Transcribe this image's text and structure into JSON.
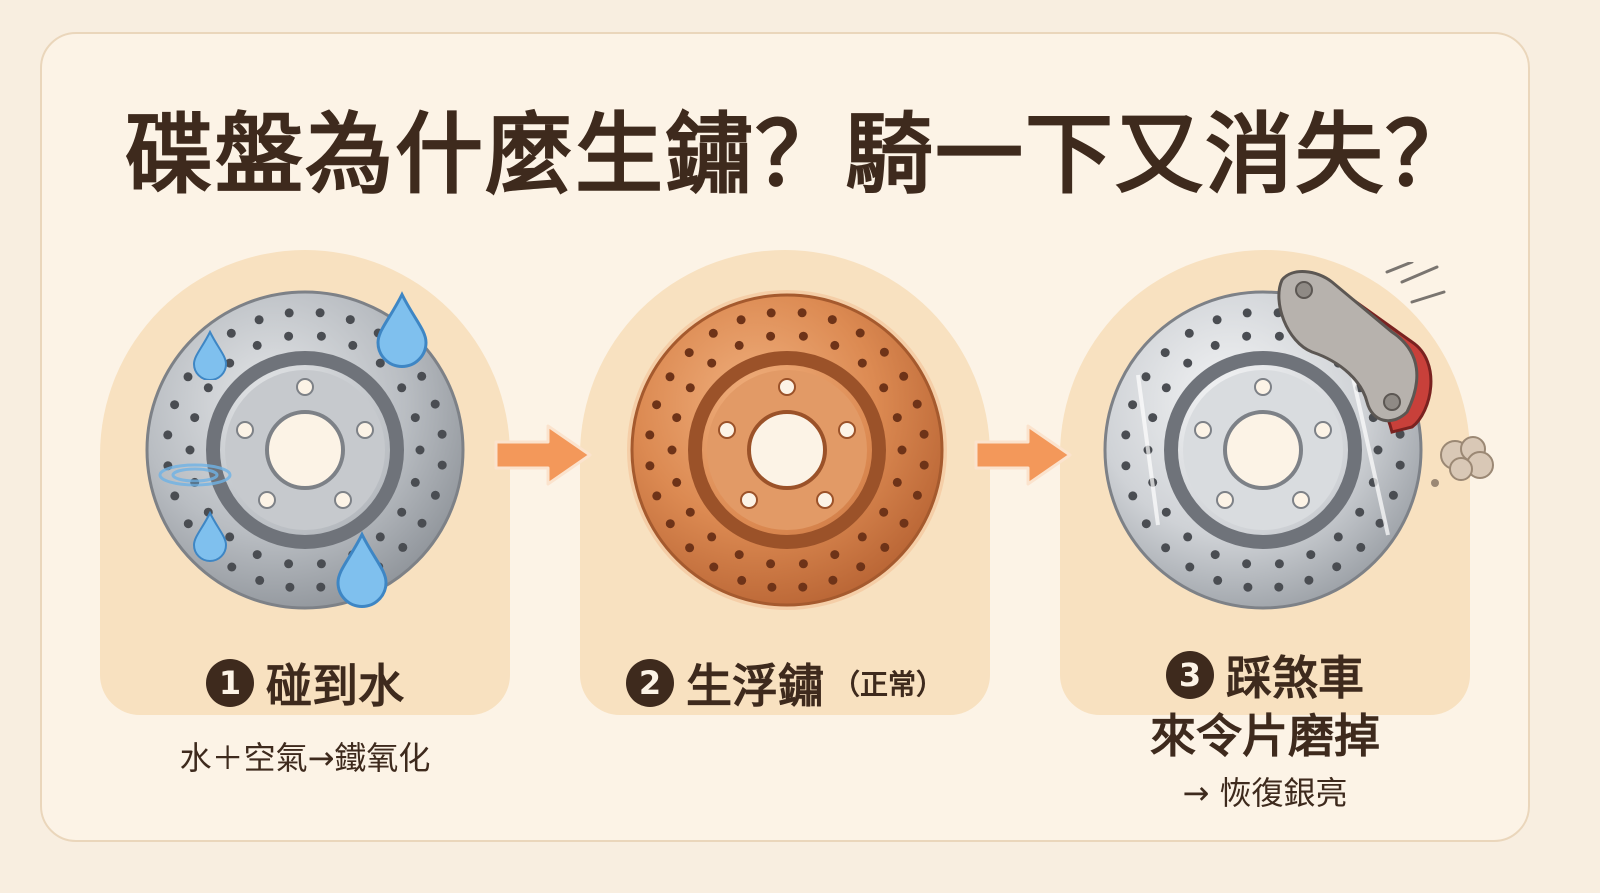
{
  "title": "碟盤為什麼生鏽？騎一下又消失？",
  "steps": [
    {
      "num": "1",
      "label": "碰到水",
      "note": "",
      "sub": "水＋空氣→鐵氧化"
    },
    {
      "num": "2",
      "label": "生浮鏽",
      "note": "（正常）",
      "sub": ""
    },
    {
      "num": "3",
      "label": "踩煞車",
      "label2": "來令片磨掉",
      "sub": "→ 恢復銀亮"
    }
  ],
  "colors": {
    "background": "#f8eee0",
    "panel": "#f8e1c0",
    "title_text": "#3e2a1d",
    "arrow": "#f3985a",
    "water": "#6fb3e6",
    "rust": "#d9884e",
    "steel": "#c9ccd0",
    "caliper_red": "#c8403a"
  },
  "icons": [
    "water-drop-icon",
    "right-arrow-icon",
    "brake-caliper-icon",
    "dust-cloud-icon"
  ]
}
